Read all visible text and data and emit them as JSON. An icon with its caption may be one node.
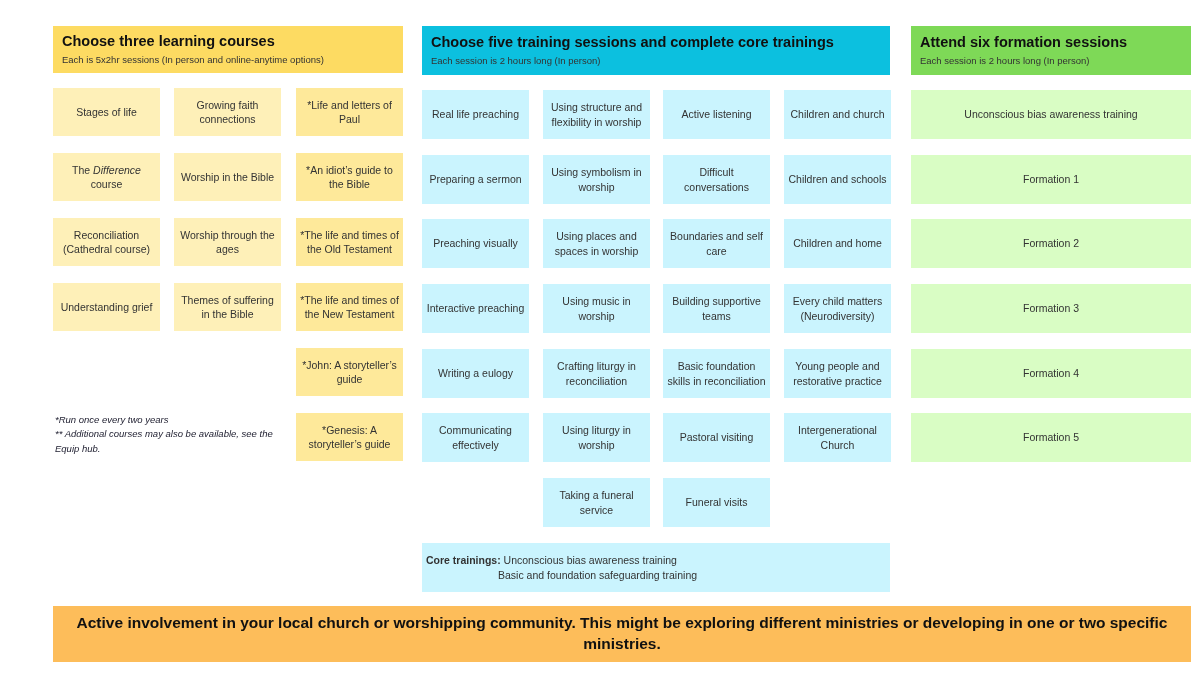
{
  "diagram": {
    "nodes": [
      {
        "text": [
          "Choose three learning courses",
          "Each is 5x2hr sessions (In person and online-anytime options)"
        ]
      },
      {
        "text": [
          "Stages of life"
        ]
      },
      {
        "text": [
          "Growing faith connections"
        ]
      },
      {
        "text": [
          "*Life and letters of Paul"
        ]
      },
      {
        "text": [
          "The *Difference* course"
        ]
      },
      {
        "text": [
          "Worship in the Bible"
        ]
      },
      {
        "text": [
          "*An idiot’s guide to the Bible"
        ]
      },
      {
        "text": [
          "Reconciliation (Cathedral course)"
        ]
      },
      {
        "text": [
          "Worship through the ages"
        ]
      },
      {
        "text": [
          "*The life and times of the Old Testament"
        ]
      },
      {
        "text": [
          "Understanding grief"
        ]
      },
      {
        "text": [
          "Themes of suffering in the Bible"
        ]
      },
      {
        "text": [
          "*The life and times of the New Testament"
        ]
      },
      {
        "text": [
          "*John: A storyteller’s guide"
        ]
      },
      {
        "text": [
          "*Genesis: A storyteller’s guide"
        ]
      },
      {
        "text": [
          "Choose five training sessions and complete core trainings",
          "Each session is 2 hours long (In person)"
        ]
      },
      {
        "text": [
          "Real life preaching"
        ]
      },
      {
        "text": [
          "Using structure and flexibility in worship"
        ]
      },
      {
        "text": [
          "Active listening"
        ]
      },
      {
        "text": [
          "Children and church"
        ]
      },
      {
        "text": [
          "Preparing a sermon"
        ]
      },
      {
        "text": [
          "Using symbolism in worship"
        ]
      },
      {
        "text": [
          "Difficult conversations"
        ]
      },
      {
        "text": [
          "Children and schools"
        ]
      },
      {
        "text": [
          "Preaching visually"
        ]
      },
      {
        "text": [
          "Using places and spaces in worship"
        ]
      },
      {
        "text": [
          "Boundaries and self care"
        ]
      },
      {
        "text": [
          "Children and home"
        ]
      },
      {
        "text": [
          "Interactive preaching"
        ]
      },
      {
        "text": [
          "Using music in worship"
        ]
      },
      {
        "text": [
          "Building supportive teams"
        ]
      },
      {
        "text": [
          "Every child matters (Neurodiversity)"
        ]
      },
      {
        "text": [
          "Writing a eulogy"
        ]
      },
      {
        "text": [
          "Crafting liturgy in reconciliation"
        ]
      },
      {
        "text": [
          "Basic foundation skills in reconciliation"
        ]
      },
      {
        "text": [
          "Young people and restorative practice"
        ]
      },
      {
        "text": [
          "Communicating effectively"
        ]
      },
      {
        "text": [
          "Using liturgy in worship"
        ]
      },
      {
        "text": [
          "Pastoral visiting"
        ]
      },
      {
        "text": [
          "Intergenerational Church"
        ]
      },
      {
        "text": [
          "Taking a funeral service"
        ]
      },
      {
        "text": [
          "Funeral visits"
        ]
      },
      {
        "text": [
          "**Core trainings:** Unconscious bias awareness training",
          "Basic and foundation safeguarding training"
        ]
      },
      {
        "text": [
          "Attend six formation sessions",
          "Each session is 2 hours long (In person)"
        ]
      },
      {
        "text": [
          "Unconscious bias awareness training"
        ]
      },
      {
        "text": [
          "Formation 1"
        ]
      },
      {
        "text": [
          "Formation 2"
        ]
      },
      {
        "text": [
          "Formation 3"
        ]
      },
      {
        "text": [
          "Formation 4"
        ]
      },
      {
        "text": [
          "Formation 5"
        ]
      },
      {
        "text": [
          "Active involvement in your local church or worshipping community. This might be exploring different ministries or developing in one or two specific ministries."
        ]
      }
    ],
    "labels": [
      "*Run once every two years",
      "** Additional courses may also be available, see the Equip hub."
    ]
  }
}
